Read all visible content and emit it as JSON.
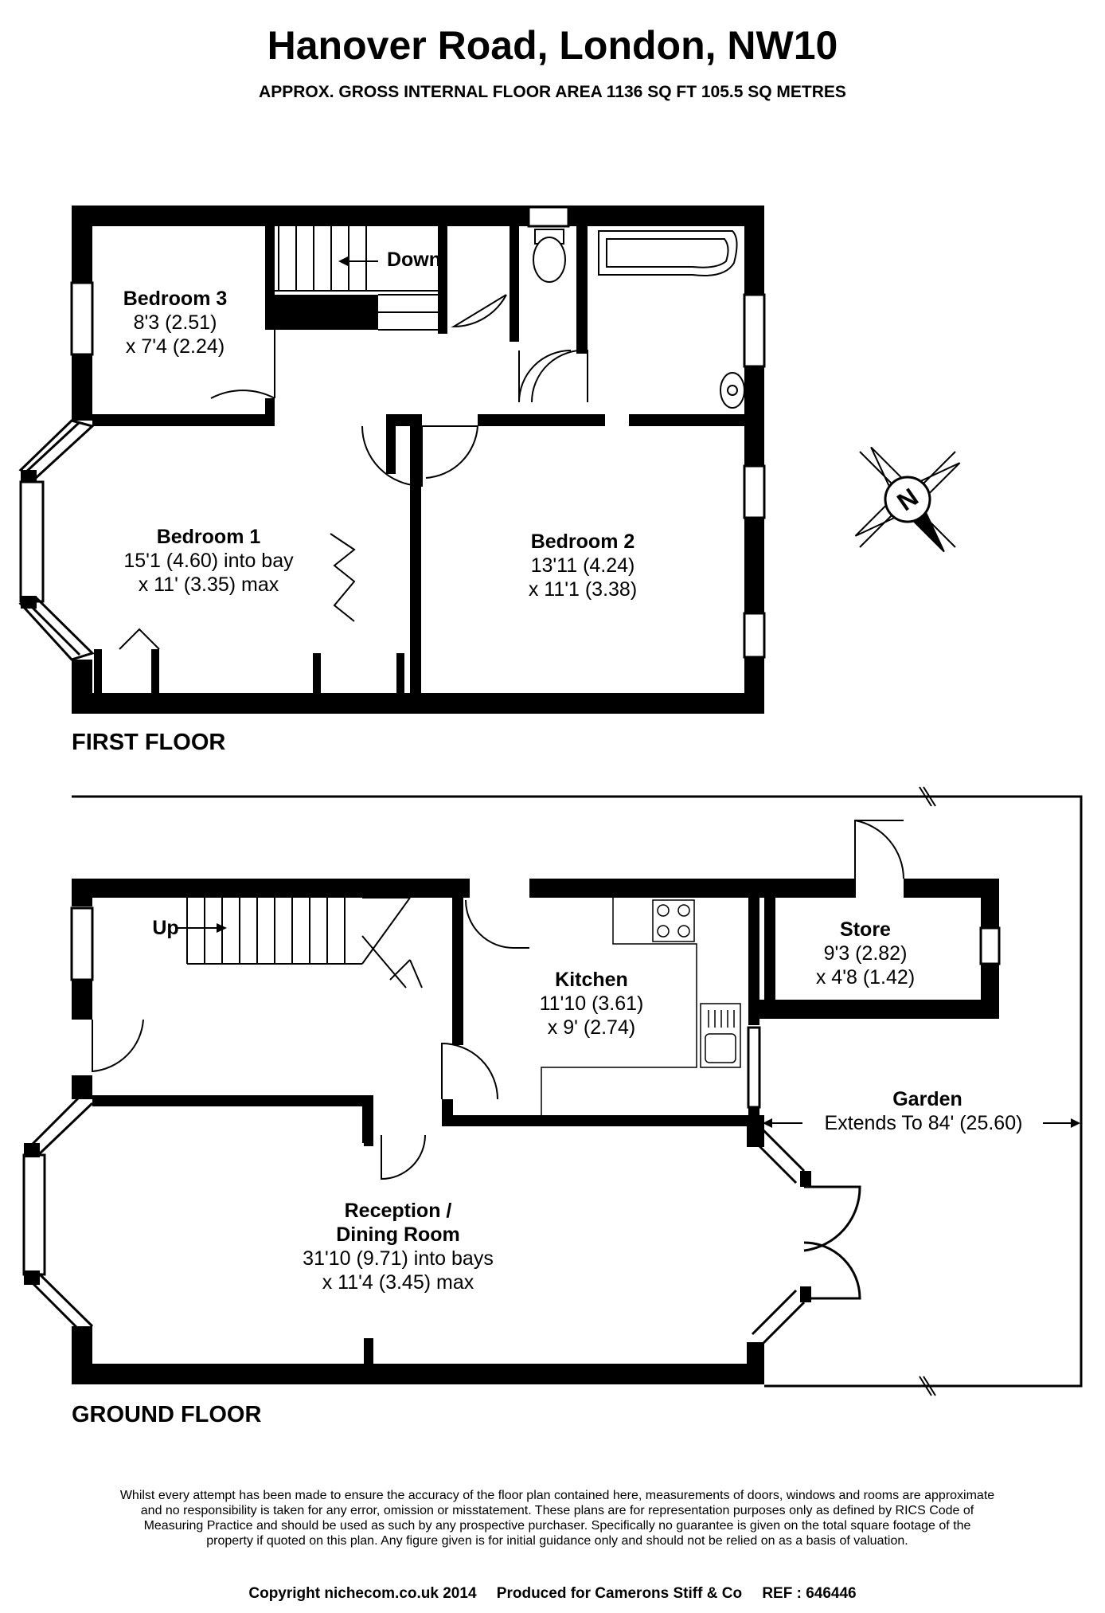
{
  "header": {
    "title": "Hanover Road, London, NW10",
    "subtitle": "APPROX. GROSS INTERNAL FLOOR AREA 1136 SQ FT 105.5 SQ METRES"
  },
  "first_floor": {
    "label": "FIRST FLOOR",
    "stair_label": "Down",
    "rooms": {
      "bedroom3": {
        "name": "Bedroom 3",
        "dim1": "8'3 (2.51)",
        "dim2": "x 7'4 (2.24)"
      },
      "bedroom1": {
        "name": "Bedroom 1",
        "dim1": "15'1 (4.60) into bay",
        "dim2": "x 11' (3.35) max"
      },
      "bedroom2": {
        "name": "Bedroom 2",
        "dim1": "13'11 (4.24)",
        "dim2": "x 11'1 (3.38)"
      }
    }
  },
  "compass": {
    "label": "N"
  },
  "ground_floor": {
    "label": "GROUND FLOOR",
    "stair_label": "Up",
    "rooms": {
      "kitchen": {
        "name": "Kitchen",
        "dim1": "11'10 (3.61)",
        "dim2": "x 9' (2.74)"
      },
      "store": {
        "name": "Store",
        "dim1": "9'3 (2.82)",
        "dim2": "x 4'8 (1.42)"
      },
      "garden": {
        "name": "Garden",
        "dim1": "Extends To 84' (25.60)"
      },
      "reception": {
        "name1": "Reception /",
        "name2": "Dining Room",
        "dim1": "31'10 (9.71) into bays",
        "dim2": "x 11'4 (3.45) max"
      }
    }
  },
  "footer": {
    "disclaimer": "Whilst every attempt has been made to ensure the accuracy of the floor plan contained here, measurements of doors, windows and rooms are approximate and no responsibility is taken for any error, omission or misstatement. These plans are for representation purposes only as defined by RICS Code of Measuring Practice and should be used as such by any prospective purchaser. Specifically no guarantee is given on the total square footage of the property if quoted on this plan. Any figure given is for initial guidance only and should not be relied on as a basis of valuation.",
    "copyright": "Copyright nichecom.co.uk 2014",
    "produced_for": "Produced for Camerons Stiff & Co",
    "ref": "REF : 646446"
  }
}
